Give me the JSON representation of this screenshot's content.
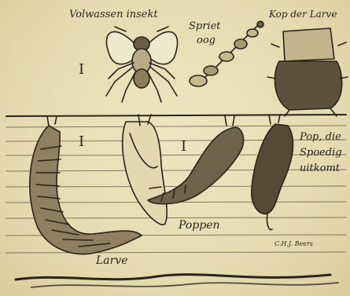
{
  "labels": {
    "fly": "Volwassen insekt",
    "spiracle_line1": "Spriet",
    "spiracle_line2": "oog",
    "larva_head": "Kop der Larve",
    "pupa_emerging_line1": "Pop, die",
    "pupa_emerging_line2": "Spoedig",
    "pupa_emerging_line3": "uitkomt",
    "pupae": "Poppen",
    "larva": "Larve",
    "signature": "C.H.J. Beers"
  },
  "scale_marks": [
    "I",
    "I",
    "I"
  ],
  "colors": {
    "paper": "#e6dcb3",
    "ink": "#2a241c"
  }
}
